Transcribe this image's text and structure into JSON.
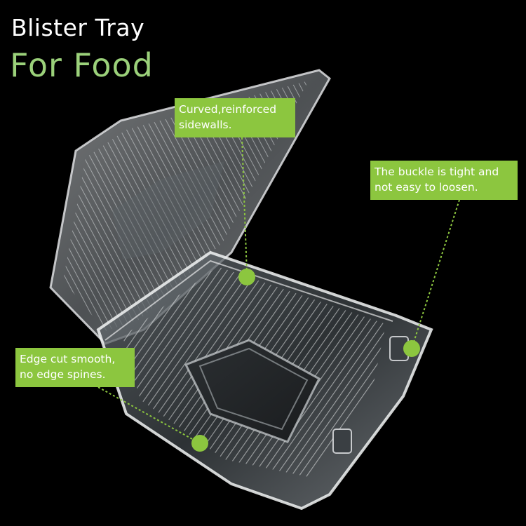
{
  "heading": {
    "title": "Blister Tray",
    "subtitle": "For Food"
  },
  "callouts": [
    {
      "line1": "Curved,reinforced",
      "line2": "sidewalls."
    },
    {
      "line1": "The buckle is tight and",
      "line2": "not easy to loosen."
    },
    {
      "line1": "Edge cut smooth,",
      "line2": "no edge spines."
    }
  ],
  "colors": {
    "accent": "#8cc63f",
    "subtitle": "#9bd17a",
    "background": "#000000",
    "title": "#ffffff"
  }
}
